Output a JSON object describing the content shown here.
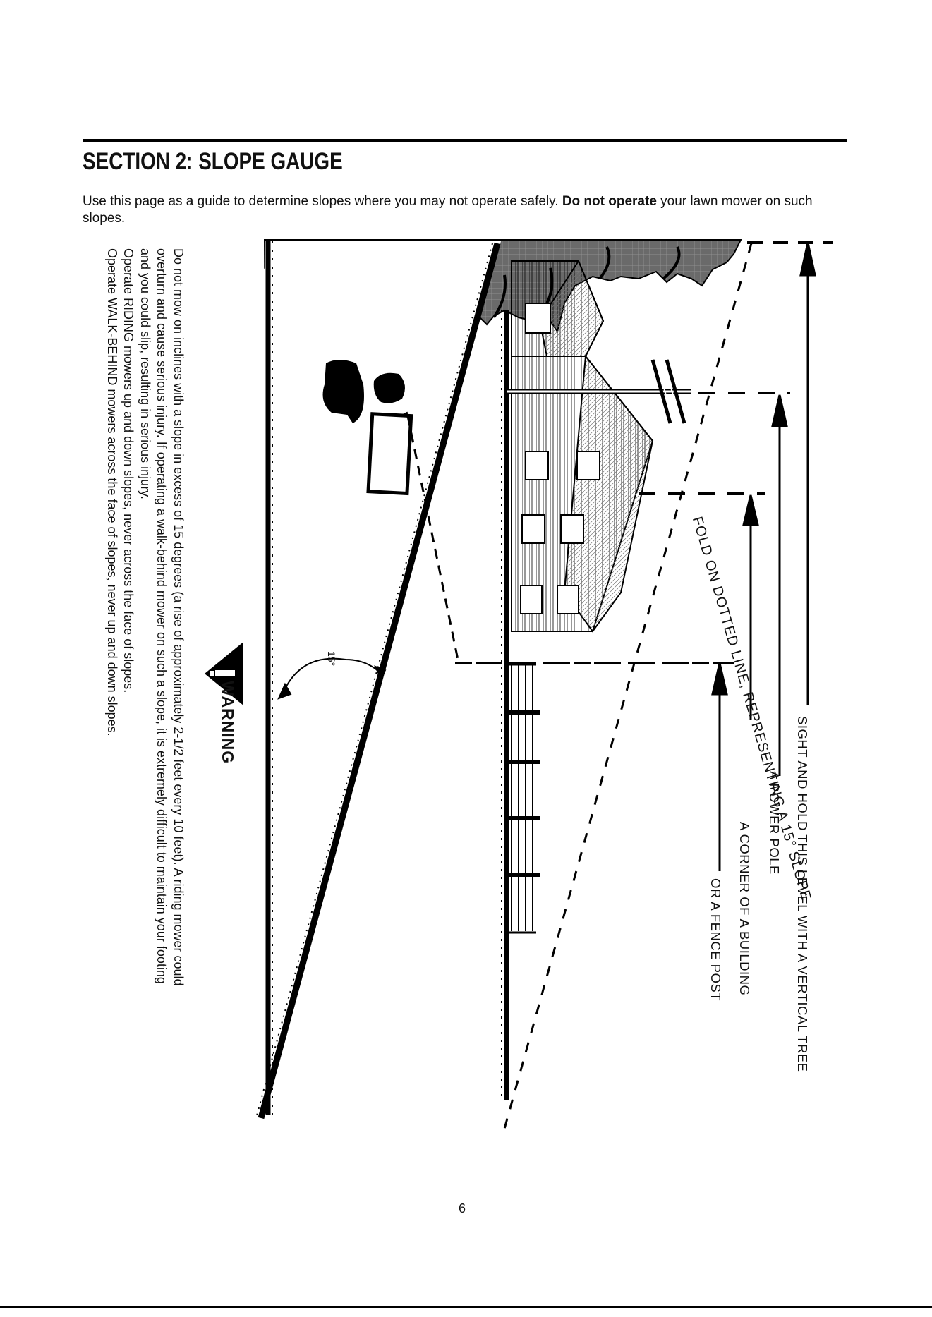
{
  "section": {
    "title": "SECTION 2:  SLOPE GAUGE",
    "intro_before": "Use this page as a guide to determine slopes where you may not operate safely. ",
    "intro_bold": "Do not operate",
    "intro_after": " your lawn mower on such slopes."
  },
  "gauge_labels": {
    "tree": "SIGHT AND HOLD THIS LEVEL WITH A VERTICAL TREE",
    "pole": "A POWER POLE",
    "building": "A CORNER OF A BUILDING",
    "fence": "OR A FENCE POST",
    "fold": "FOLD ON DOTTED LINE, REPRESENTING A 15° SLOPE",
    "angle": "15°"
  },
  "warning": {
    "heading": "WARNING",
    "line1": "Do not mow on inclines with a slope in excess of 15 degrees (a rise of approximately 2-1/2 feet every 10 feet). A riding mower could",
    "line2": "overturn and cause serious injury. If operating a walk-behind mower on such a slope, it is extremely difficult to maintain your footing",
    "line3": "and you could slip, resulting in serious injury.",
    "line4": "Operate RIDING mowers up and down slopes, never across the face of slopes.",
    "line5": "Operate WALK-BEHIND mowers across the face of slopes, never up and down slopes."
  },
  "footer": {
    "page_number": "6"
  }
}
